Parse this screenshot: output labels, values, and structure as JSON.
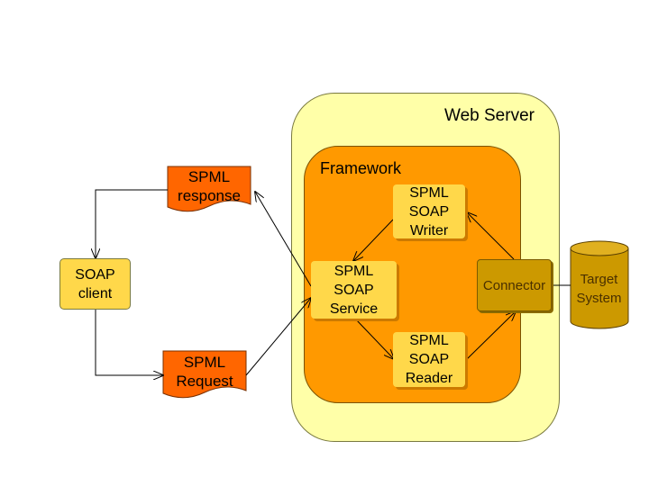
{
  "web_server": {
    "label": "Web Server"
  },
  "framework": {
    "label": "Framework"
  },
  "soap_client": {
    "line1": "SOAP",
    "line2": "client"
  },
  "spml_response": {
    "line1": "SPML",
    "line2": "response"
  },
  "spml_request": {
    "line1": "SPML",
    "line2": "Request"
  },
  "spml_soap_service": {
    "line1": "SPML",
    "line2": "SOAP",
    "line3": "Service"
  },
  "spml_soap_writer": {
    "line1": "SPML",
    "line2": "SOAP",
    "line3": "Writer"
  },
  "spml_soap_reader": {
    "line1": "SPML",
    "line2": "SOAP",
    "line3": "Reader"
  },
  "connector": {
    "label": "Connector"
  },
  "target_system": {
    "line1": "Target",
    "line2": "System"
  },
  "colors": {
    "web_server_fill": "#ffffa8",
    "framework_fill": "#ff9900",
    "component_fill": "#ffd84a",
    "document_fill": "#ff6600",
    "connector_fill": "#cc9900",
    "target_fill": "#cc9900"
  }
}
